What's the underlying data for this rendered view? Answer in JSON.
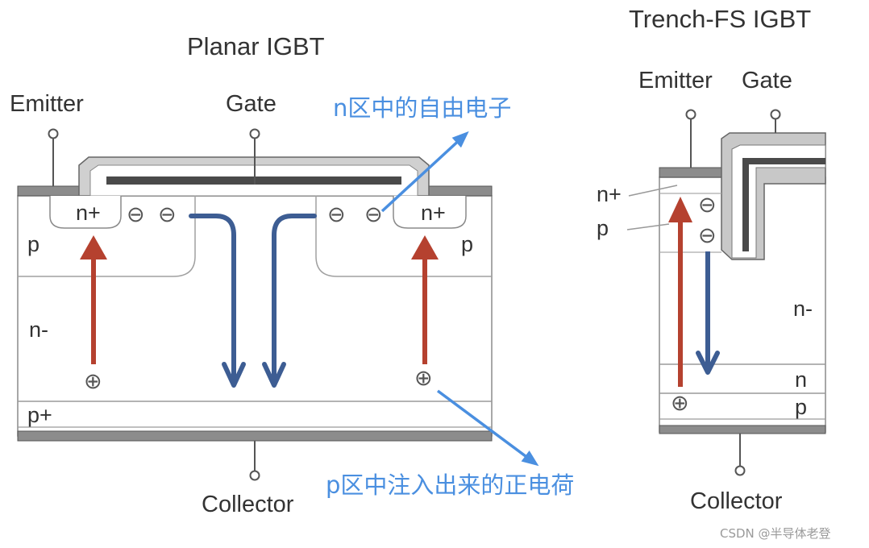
{
  "planar": {
    "title": "Planar IGBT",
    "emitter": "Emitter",
    "gate": "Gate",
    "collector": "Collector",
    "n_plus_left": "n+",
    "n_plus_right": "n+",
    "p_left": "p",
    "p_right": "p",
    "n_minus": "n-",
    "p_plus": "p+"
  },
  "trench": {
    "title": "Trench-FS IGBT",
    "emitter": "Emitter",
    "gate": "Gate",
    "collector": "Collector",
    "n_plus": "n+",
    "p": "p",
    "n_minus": "n-",
    "n": "n",
    "p_bottom": "p"
  },
  "annotations": {
    "electrons": "n区中的自由电子",
    "holes": "p区中注入出来的正电荷"
  },
  "symbols": {
    "electron": "⊖",
    "hole": "⊕"
  },
  "watermark": "CSDN @半导体老登",
  "colors": {
    "electron_flow": "#3d5d93",
    "hole_flow": "#b5412f",
    "annotation": "#4a8fe0",
    "metal": "#555555",
    "gate_oxide": "#aaaaaa"
  }
}
